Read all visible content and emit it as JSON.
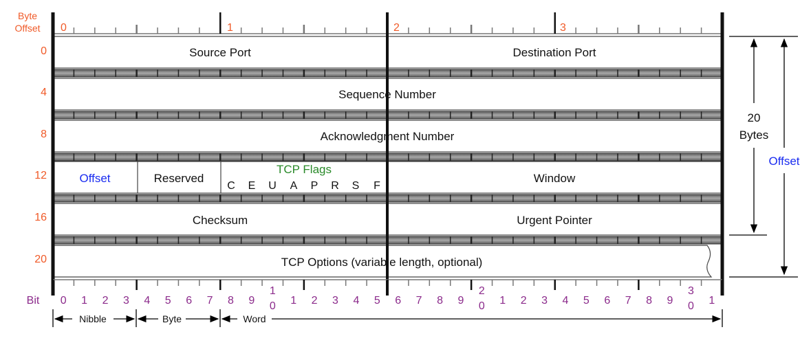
{
  "header": {
    "byte_offset_label_1": "Byte",
    "byte_offset_label_2": "Offset",
    "top_byte_numbers": [
      "0",
      "1",
      "2",
      "3"
    ]
  },
  "rows": {
    "offsets": [
      "0",
      "4",
      "8",
      "12",
      "16",
      "20"
    ],
    "row0": {
      "left": "Source Port",
      "right": "Destination Port"
    },
    "row1": {
      "label": "Sequence Number"
    },
    "row2": {
      "label": "Acknowledgment Number"
    },
    "row3": {
      "offset": "Offset",
      "reserved": "Reserved",
      "flags_title": "TCP Flags",
      "flags": [
        "C",
        "E",
        "U",
        "A",
        "P",
        "R",
        "S",
        "F"
      ],
      "window": "Window"
    },
    "row4": {
      "left": "Checksum",
      "right": "Urgent Pointer"
    },
    "row5": {
      "label": "TCP Options (variable length, optional)"
    }
  },
  "right_annotations": {
    "header_size_1": "20",
    "header_size_2": "Bytes",
    "offset_label": "Offset"
  },
  "bits": {
    "label": "Bit",
    "numbers": [
      "0",
      "1",
      "2",
      "3",
      "4",
      "5",
      "6",
      "7",
      "8",
      "9",
      "10",
      "1",
      "2",
      "3",
      "4",
      "5",
      "6",
      "7",
      "8",
      "9",
      "20",
      "1",
      "2",
      "3",
      "4",
      "5",
      "6",
      "7",
      "8",
      "9",
      "30",
      "1"
    ]
  },
  "scale": {
    "nibble": "Nibble",
    "byte": "Byte",
    "word": "Word"
  },
  "colors": {
    "offset_numbers": "#f05a28",
    "bit_numbers": "#8b2a8b",
    "offset_blue": "#1a2cf0",
    "flags_green": "#2a8a2a",
    "separator_gray": "#7a7a7a"
  }
}
